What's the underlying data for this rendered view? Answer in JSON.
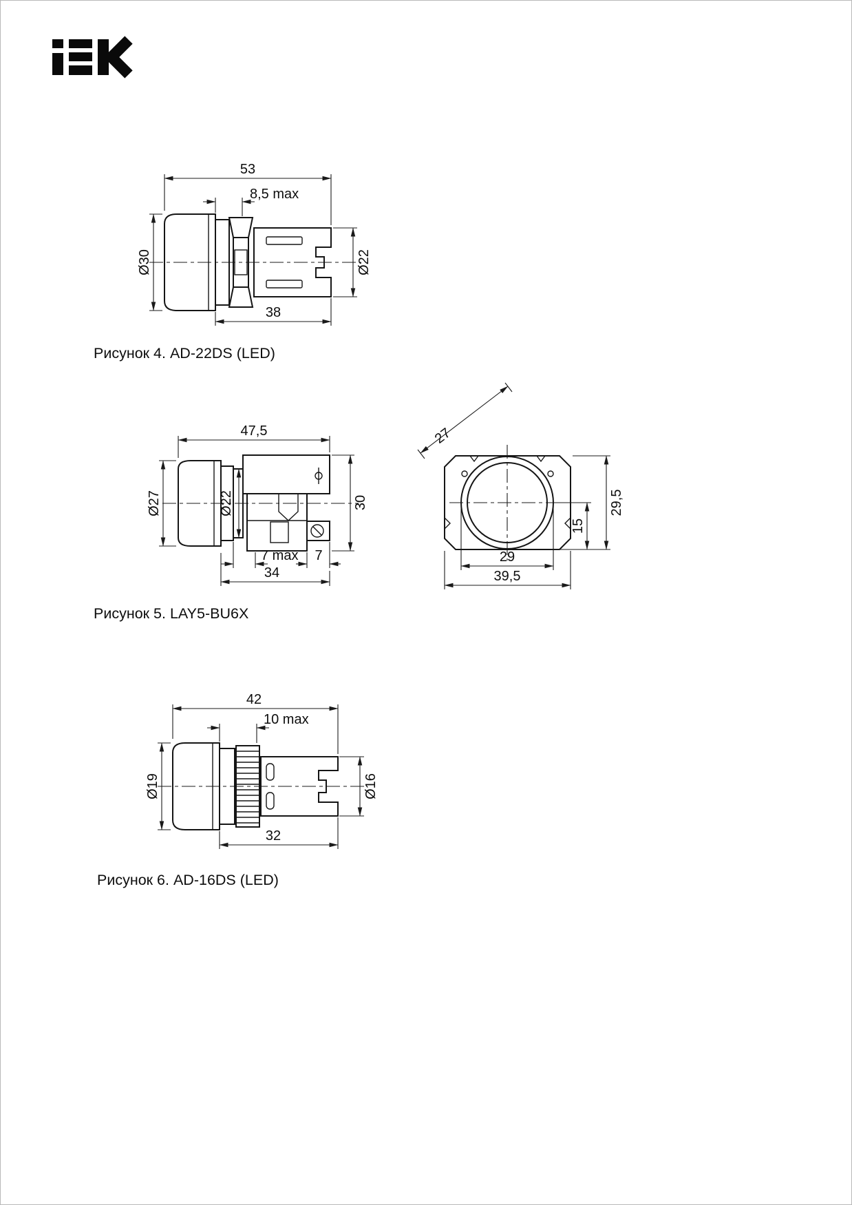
{
  "logo": {
    "text": "IEK"
  },
  "figures": {
    "fig4": {
      "caption": "Рисунок 4. AD-22DS (LED)",
      "dim_total": "53",
      "dim_panel": "8,5 max",
      "dim_head": "Ø30",
      "dim_body": "Ø22",
      "dim_depth": "38"
    },
    "fig5": {
      "caption": "Рисунок 5. LAY5-BU6X",
      "dim_total": "47,5",
      "dim_head": "Ø27",
      "dim_thread": "Ø22",
      "dim_height": "30",
      "dim_panel": "7 max",
      "dim_tail": "7",
      "dim_depth": "34",
      "front": {
        "dim_flats": "27",
        "dim_height": "29,5",
        "dim_center": "15",
        "dim_circle": "29",
        "dim_width": "39,5"
      }
    },
    "fig6": {
      "caption": "Рисунок 6. AD-16DS (LED)",
      "dim_total": "42",
      "dim_panel": "10 max",
      "dim_head": "Ø19",
      "dim_body": "Ø16",
      "dim_depth": "32"
    }
  }
}
